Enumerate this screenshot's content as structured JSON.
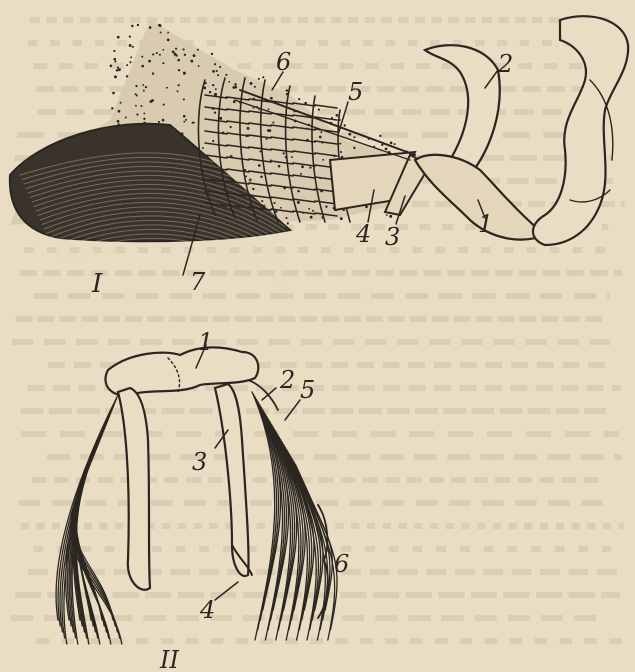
{
  "figure_I": {
    "roman_label": "I",
    "labels": [
      "1",
      "2",
      "3",
      "4",
      "5",
      "6",
      "7"
    ]
  },
  "figure_II": {
    "roman_label": "II",
    "labels": [
      "1",
      "2",
      "3",
      "4",
      "5",
      "6"
    ]
  },
  "colors": {
    "paper": "#e9ddc4",
    "ink": "#2b2620",
    "bleed_text": "#c9bca3"
  }
}
